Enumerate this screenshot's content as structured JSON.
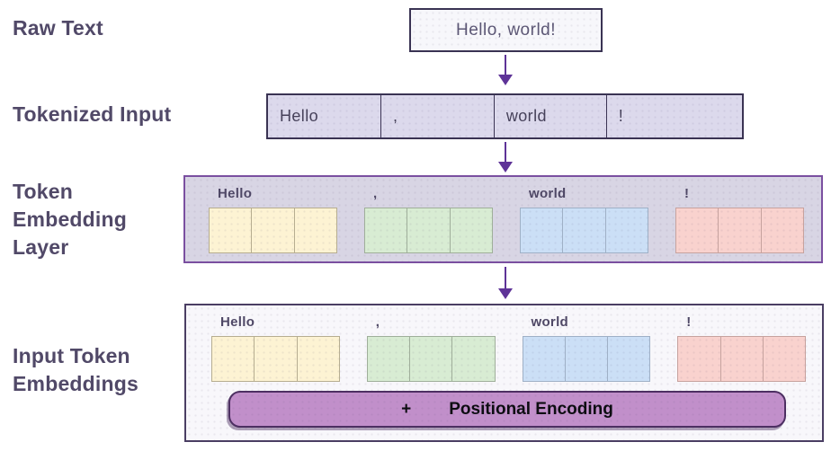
{
  "colors": {
    "label_text": "#514968",
    "arrow": "#5e3397",
    "box_border_dark": "#3a3353",
    "raw_box_bg": "#f7f7fb",
    "raw_box_text": "#5c5775",
    "token_row_bg": "#dcd9ec",
    "token_row_text": "#46415a",
    "embed_panel_bg": "#d8d5e4",
    "embed_panel_border": "#7a4fa0",
    "input_panel_bg": "#f8f7fb",
    "input_panel_border": "#4a3e63",
    "group_label_text": "#4f4866",
    "pos_bar_bg": "#c18fca",
    "pos_bar_border": "#4d2f62",
    "pos_bar_text": "#0d0d12"
  },
  "labels": {
    "raw_text": "Raw Text",
    "tokenized_input": "Tokenized Input",
    "token_embedding_layer": "Token Embedding Layer",
    "input_token_embeddings": "Input Token Embeddings"
  },
  "raw_text_box": {
    "text": "Hello, world!"
  },
  "tokens": [
    "Hello",
    ",",
    "world",
    "!"
  ],
  "embedding": {
    "cells_per_token": 3,
    "token_colors": [
      {
        "token": "Hello",
        "fill": "#fdf3d3",
        "border": "#b6ad90"
      },
      {
        "token": ",",
        "fill": "#d8ecd3",
        "border": "#9fae9a"
      },
      {
        "token": "world",
        "fill": "#cbdff6",
        "border": "#9fb0c6"
      },
      {
        "token": "!",
        "fill": "#f9d2ce",
        "border": "#c6a29e"
      }
    ]
  },
  "positional_encoding": {
    "plus": "+",
    "label": "Positional Encoding"
  }
}
